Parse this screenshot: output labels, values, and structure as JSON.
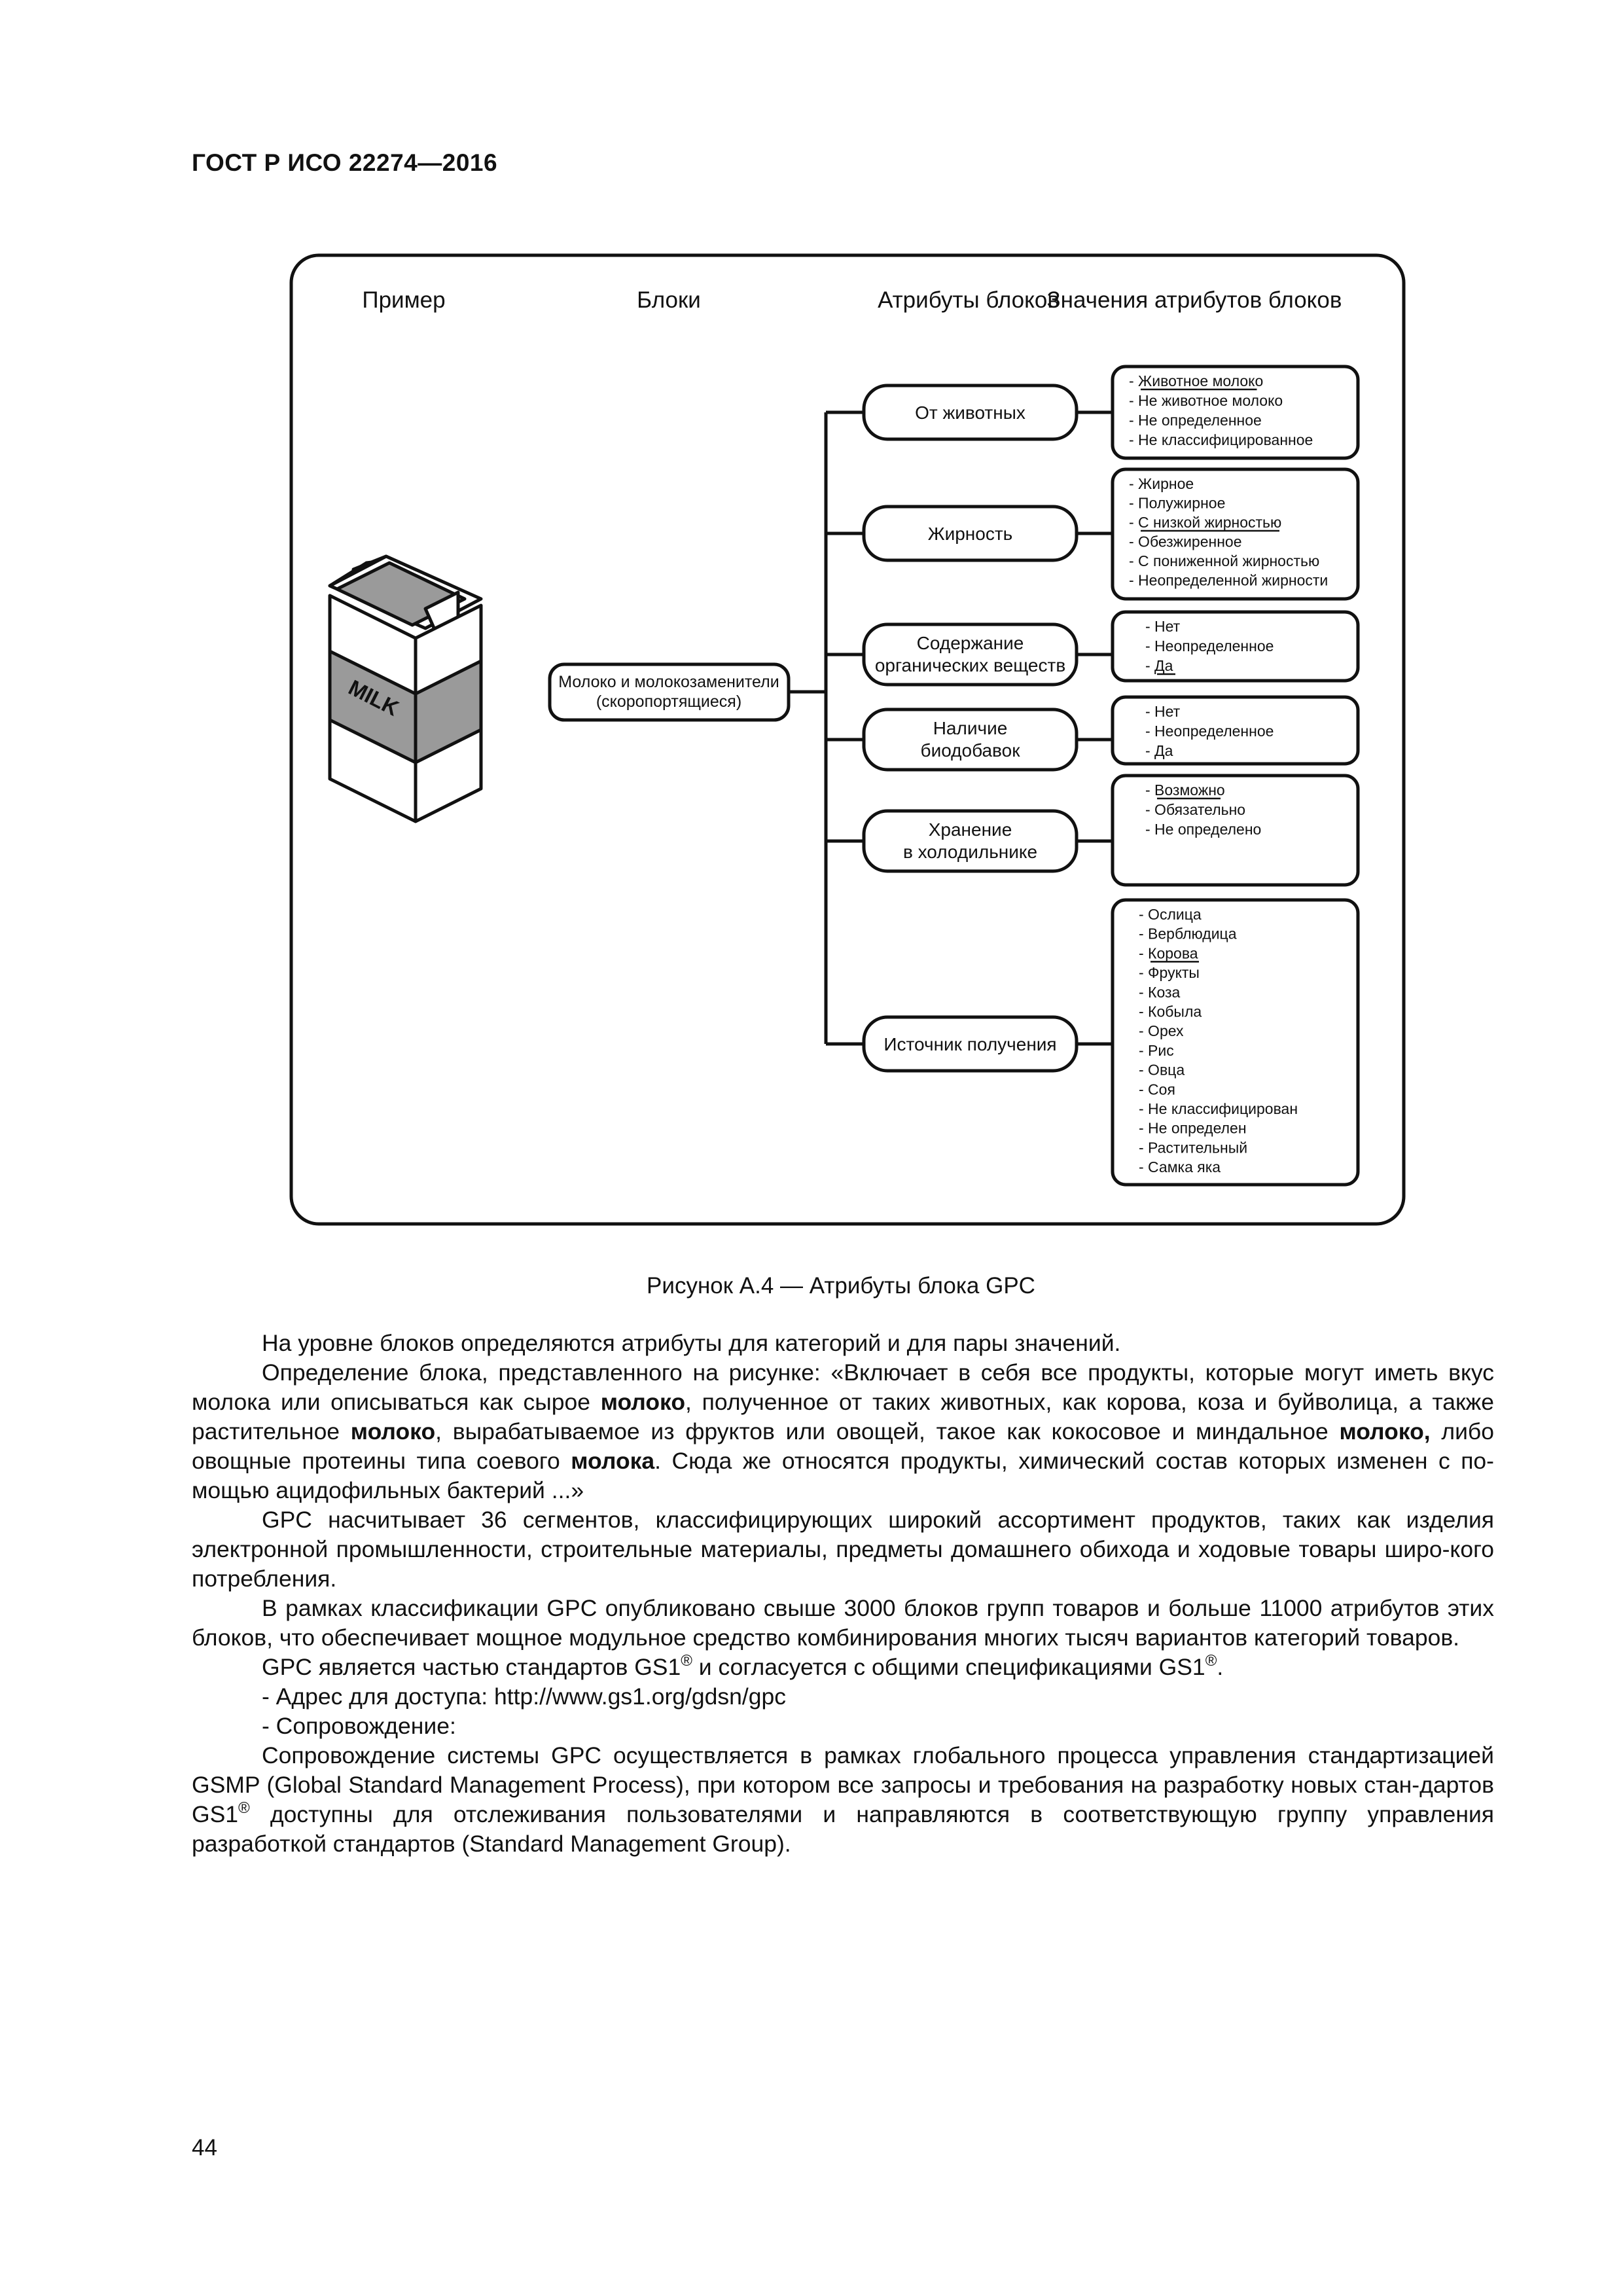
{
  "header": {
    "doc_id": "ГОСТ Р ИСО 22274—2016"
  },
  "figure": {
    "column_headers": [
      "Пример",
      "Блоки",
      "Атрибуты блоков",
      "Значения атрибутов блоков"
    ],
    "product_label": "MILK",
    "block": [
      "Молоко и молокозаменители",
      "(скоропортящиеся)"
    ],
    "attributes": [
      {
        "label": [
          "От животных"
        ],
        "values": [
          "- Животное молоко",
          "- Не животное молоко",
          "- Не определенное",
          "- Не классифицированное"
        ],
        "underlined": [
          0
        ]
      },
      {
        "label": [
          "Жирность"
        ],
        "values": [
          "- Жирное",
          "- Полужирное",
          "- С низкой жирностью",
          "- Обезжиренное",
          "- С пониженной жирностью",
          "- Неопределенной жирности"
        ],
        "underlined": [
          2
        ]
      },
      {
        "label": [
          "Содержание",
          "органических веществ"
        ],
        "values": [
          "- Нет",
          "- Неопределенное",
          "- Да"
        ],
        "underlined": [
          2
        ]
      },
      {
        "label": [
          "Наличие",
          "биодобавок"
        ],
        "values": [
          "- Нет",
          "- Неопределенное",
          "- Да"
        ],
        "underlined": []
      },
      {
        "label": [
          "Хранение",
          "в холодильнике"
        ],
        "values": [
          "- Возможно",
          "- Обязательно",
          "- Не определено"
        ],
        "underlined": [
          0
        ]
      },
      {
        "label": [
          "Источник получения"
        ],
        "values": [
          "- Ослица",
          "- Верблюдица",
          "- Корова",
          "- Фрукты",
          "- Коза",
          "- Кобыла",
          "- Орех",
          "- Рис",
          "- Овца",
          "- Соя",
          "- Не классифицирован",
          "- Не определен",
          "- Растительный",
          "- Самка яка"
        ],
        "underlined": [
          2
        ]
      }
    ]
  },
  "caption": "Рисунок А.4 — Атрибуты блока GPC",
  "body": {
    "p1": "На уровне блоков определяются атрибуты для категорий и для пары значений.",
    "p2a": "Определение блока, представленного на рисунке: «Включает в себя все продукты, которые могут иметь вкус молока или описываться как сырое ",
    "p2b": "молоко",
    "p2c": ", полученное от таких животных, как корова, коза и буйволица, а также растительное ",
    "p2d": "молоко",
    "p2e": ", вырабатываемое из фруктов или овощей, такое как кокосовое и миндальное ",
    "p2f": "молоко,",
    "p2g": " либо овощные протеины типа соевого ",
    "p2h": "молока",
    "p2i": ". Сюда же относятся продукты, химический состав которых изменен с по-мощью ацидофильных бактерий ...»",
    "p3": "GPC насчитывает 36 сегментов, классифицирующих широкий ассортимент продуктов, таких как изделия электронной промышленности, строительные материалы, предметы домашнего обихода и ходовые товары широ-кого потребления.",
    "p4": "В рамках классификации GPC опубликовано свыше 3000 блоков групп товаров и больше 11000 атрибутов этих блоков, что обеспечивает мощное модульное средство комбинирования многих тысяч вариантов категорий товаров.",
    "p5a": "GPC является частью стандартов GS1",
    "p5b": " и согласуется с общими спецификациями GS1",
    "p5c": ".",
    "reg": "®",
    "p6": "-  Адрес для доступа: http://www.gs1.org/gdsn/gpc",
    "p7": "-  Сопровождение:",
    "p8a": "Сопровождение системы GPC осуществляется в рамках глобального процесса управления стандартизацией GSMP (Global Standard Management Process), при котором все запросы и требования на разработку новых стан-дартов GS1",
    "p8b": " доступны для отслеживания пользователями и направляются в соответствующую группу управления разработкой стандартов (Standard Management Group)."
  },
  "page_number": "44"
}
